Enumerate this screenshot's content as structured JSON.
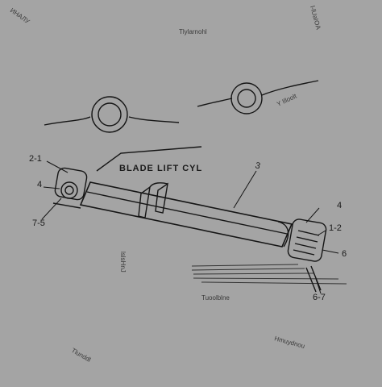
{
  "diagram": {
    "background": "#a4a4a4",
    "ink": "#151515",
    "labels": {
      "part_2_1": "2-1",
      "part_4_left": "4",
      "part_7_5": "7-5",
      "part_3": "3",
      "part_4_right": "4",
      "part_1_2": "1-2",
      "part_6": "6",
      "part_6_7": "6-7",
      "cylinder_title": "BLADE LIFT CYL"
    },
    "faint_text": {
      "top_left": "ИНАЛУ",
      "top_center": "Тlуlаrnоhl",
      "top_right_vertical": "l-lUaIOA",
      "mid_right_diagonal": "Y Illoolt",
      "left_vertical": "lslsHnJ",
      "center_block": "Tuoolblne",
      "bottom_right": "Hmuydnou",
      "bottom_left_diagonal": "Tlunddl"
    }
  }
}
